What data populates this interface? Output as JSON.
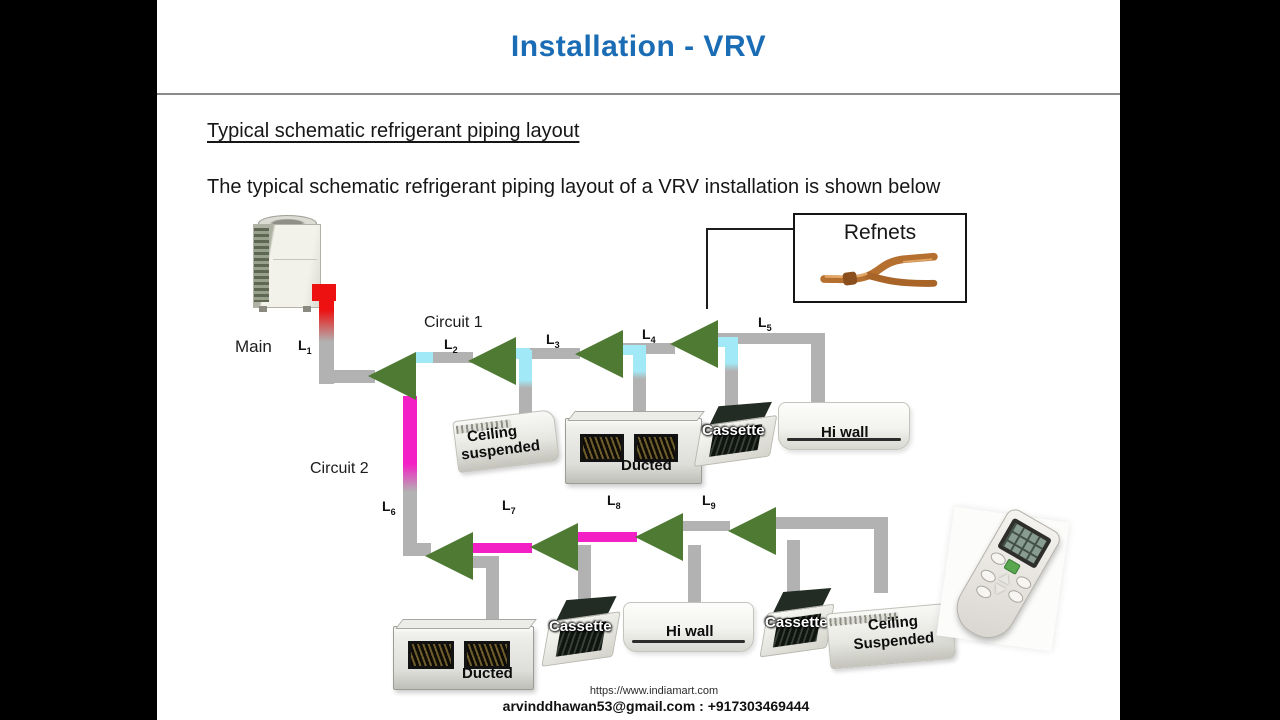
{
  "window": {
    "background": "#000000"
  },
  "slide": {
    "title": "Installation - VRV",
    "heading": "Typical schematic refrigerant piping layout",
    "intro": "The typical schematic refrigerant piping layout of a VRV installation is shown below",
    "footer": {
      "url": "https://www.indiamart.com",
      "contact": "arvinddhawan53@gmail.com : +917303469444"
    }
  },
  "diagram": {
    "colors": {
      "titleblue": "#1a6cb5",
      "pipe": "#b2b2b2",
      "green": "#4e7a33",
      "magenta": "#f321c5",
      "cyan": "#a2e9f7",
      "red": "#ed1111"
    },
    "labels": {
      "main": "Main",
      "circuit1": "Circuit 1",
      "circuit2": "Circuit 2",
      "refnets": "Refnets"
    },
    "pipe_labels": [
      {
        "base": "L",
        "sub": "1"
      },
      {
        "base": "L",
        "sub": "2"
      },
      {
        "base": "L",
        "sub": "3"
      },
      {
        "base": "L",
        "sub": "4"
      },
      {
        "base": "L",
        "sub": "5"
      },
      {
        "base": "L",
        "sub": "6"
      },
      {
        "base": "L",
        "sub": "7"
      },
      {
        "base": "L",
        "sub": "8"
      },
      {
        "base": "L",
        "sub": "9"
      }
    ],
    "units": {
      "top_row": [
        {
          "type": "ceiling-suspended",
          "line1": "Ceiling",
          "line2": "suspended"
        },
        {
          "type": "ducted",
          "label": "Ducted"
        },
        {
          "type": "cassette",
          "label": "Cassette"
        },
        {
          "type": "hi-wall",
          "label": "Hi wall"
        }
      ],
      "bottom_row": [
        {
          "type": "ducted",
          "label": "Ducted"
        },
        {
          "type": "cassette",
          "label": "Cassette"
        },
        {
          "type": "hi-wall",
          "label": "Hi wall"
        },
        {
          "type": "cassette",
          "label": "Cassette"
        },
        {
          "type": "ceiling-suspended",
          "line1": "Ceiling",
          "line2": "Suspended"
        }
      ]
    }
  }
}
